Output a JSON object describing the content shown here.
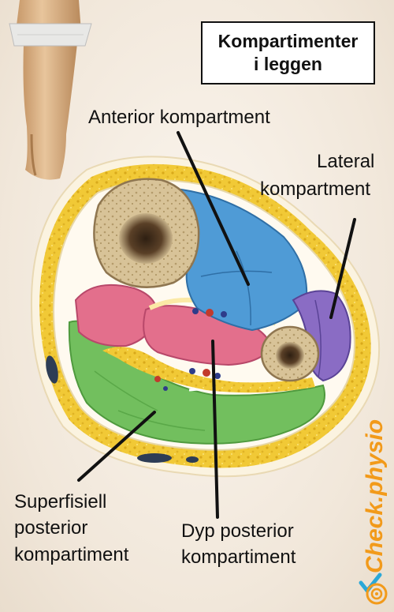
{
  "title": {
    "line1": "Kompartimenter",
    "line2": "i leggen"
  },
  "labels": {
    "anterior": "Anterior kompartment",
    "lateral_line1": "Lateral",
    "lateral_line2": "kompartment",
    "superficial_line1": "Superfisiell",
    "superficial_line2": "posterior",
    "superficial_line3": "kompartiment",
    "deep_line1": "Dyp posterior",
    "deep_line2": "kompartiment"
  },
  "watermark": "Check.physio",
  "colors": {
    "anterior": "#4f9bd6",
    "lateral": "#8a6cc4",
    "deep_posterior": "#e36f8c",
    "superficial_posterior": "#72bf5e",
    "fat": "#f2cc3a",
    "skin": "#fbf3e0",
    "bone": "#d9c49a",
    "marrow": "#3a2a1c",
    "brand": "#f29a1a"
  },
  "icons": {
    "brand": "check-physio-logo-icon"
  }
}
